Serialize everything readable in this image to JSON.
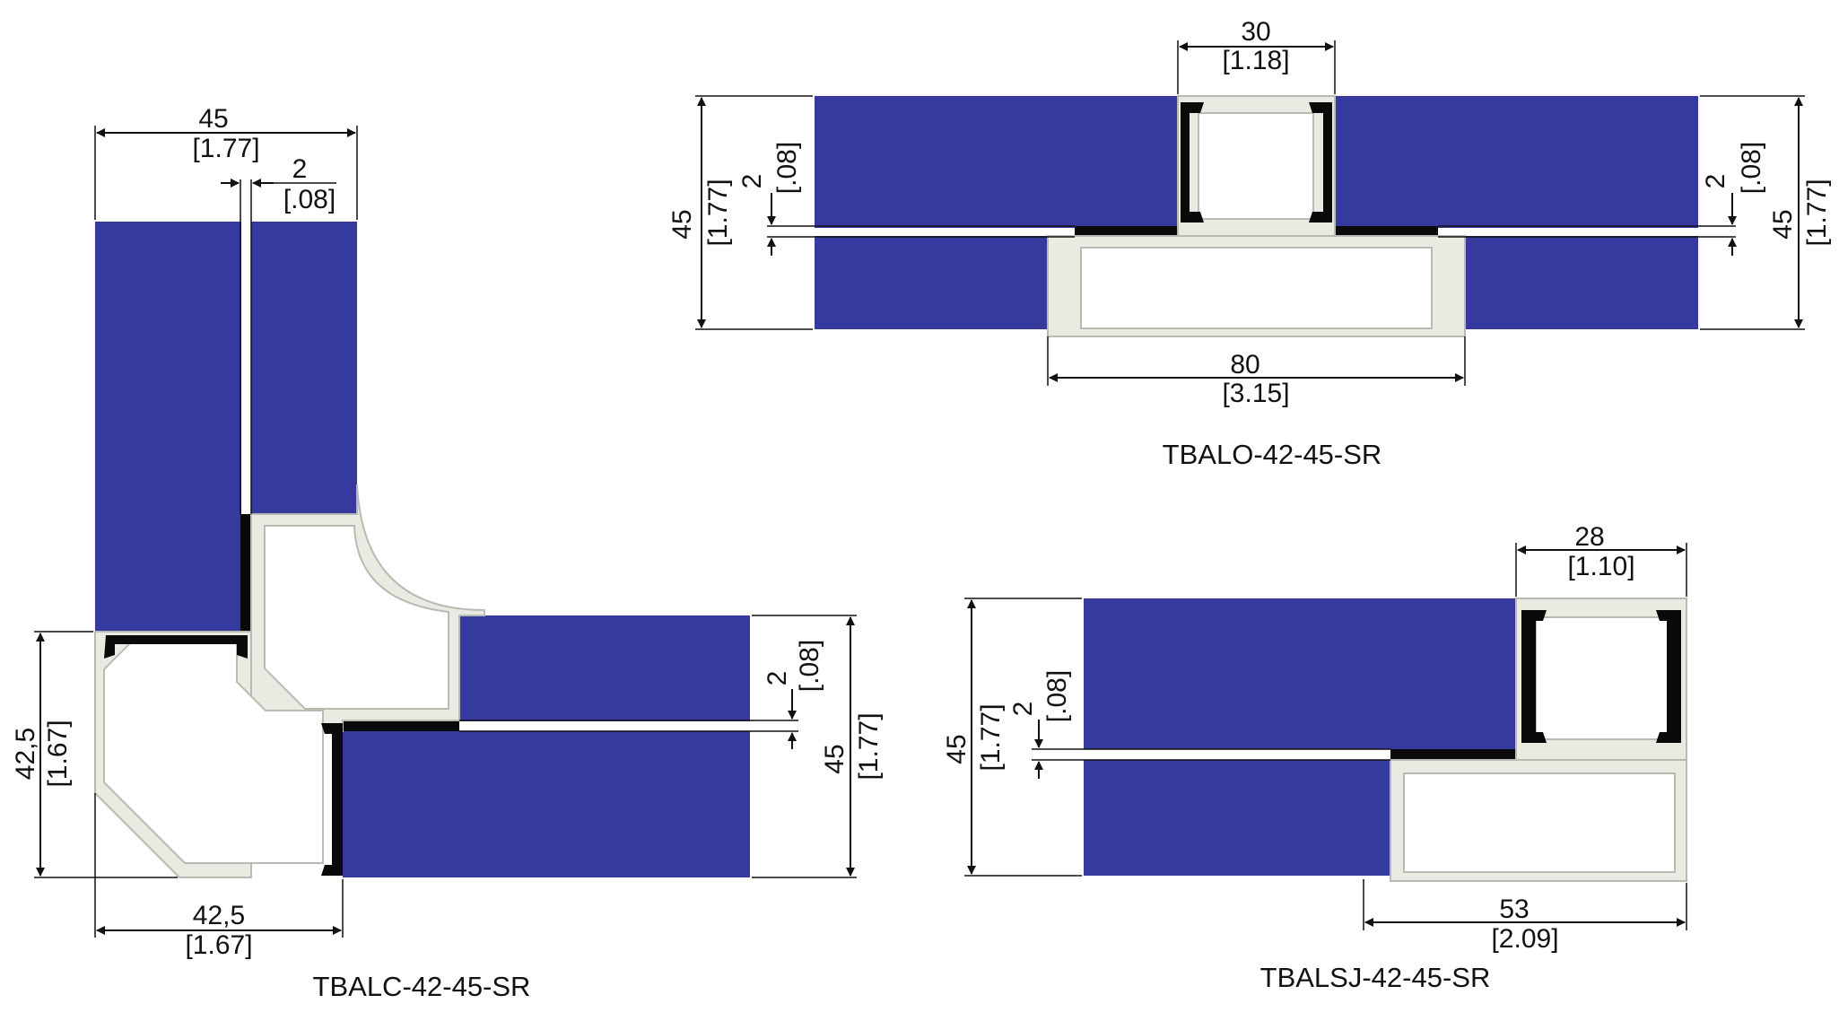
{
  "colors": {
    "panel": "#363a9e",
    "aluminium": "#e9ebe3",
    "gasket": "#0a0a0a",
    "ink": "#111111"
  },
  "tbalo": {
    "label": "TBALO-42-45-SR",
    "top_mm": "30",
    "top_in": "[1.18]",
    "left_mm": "45",
    "left_in": "[1.77]",
    "gap_left_mm": "2",
    "gap_left_in": "[.08]",
    "gap_right_mm": "2",
    "gap_right_in": "[.08]",
    "right_mm": "45",
    "right_in": "[1.77]",
    "bottom_mm": "80",
    "bottom_in": "[3.15]"
  },
  "tbalc": {
    "label": "TBALC-42-45-SR",
    "top_mm": "45",
    "top_in": "[1.77]",
    "gap_top_mm": "2",
    "gap_top_in": "[.08]",
    "left_mm": "42,5",
    "left_in": "[1.67]",
    "bottom_mm": "42,5",
    "bottom_in": "[1.67]",
    "gap_right_mm": "2",
    "gap_right_in": "[.08]",
    "right_mm": "45",
    "right_in": "[1.77]"
  },
  "tbalsj": {
    "label": "TBALSJ-42-45-SR",
    "top_mm": "28",
    "top_in": "[1.10]",
    "left_mm": "45",
    "left_in": "[1.77]",
    "gap_mm": "2",
    "gap_in": "[.08]",
    "bottom_mm": "53",
    "bottom_in": "[2.09]"
  }
}
